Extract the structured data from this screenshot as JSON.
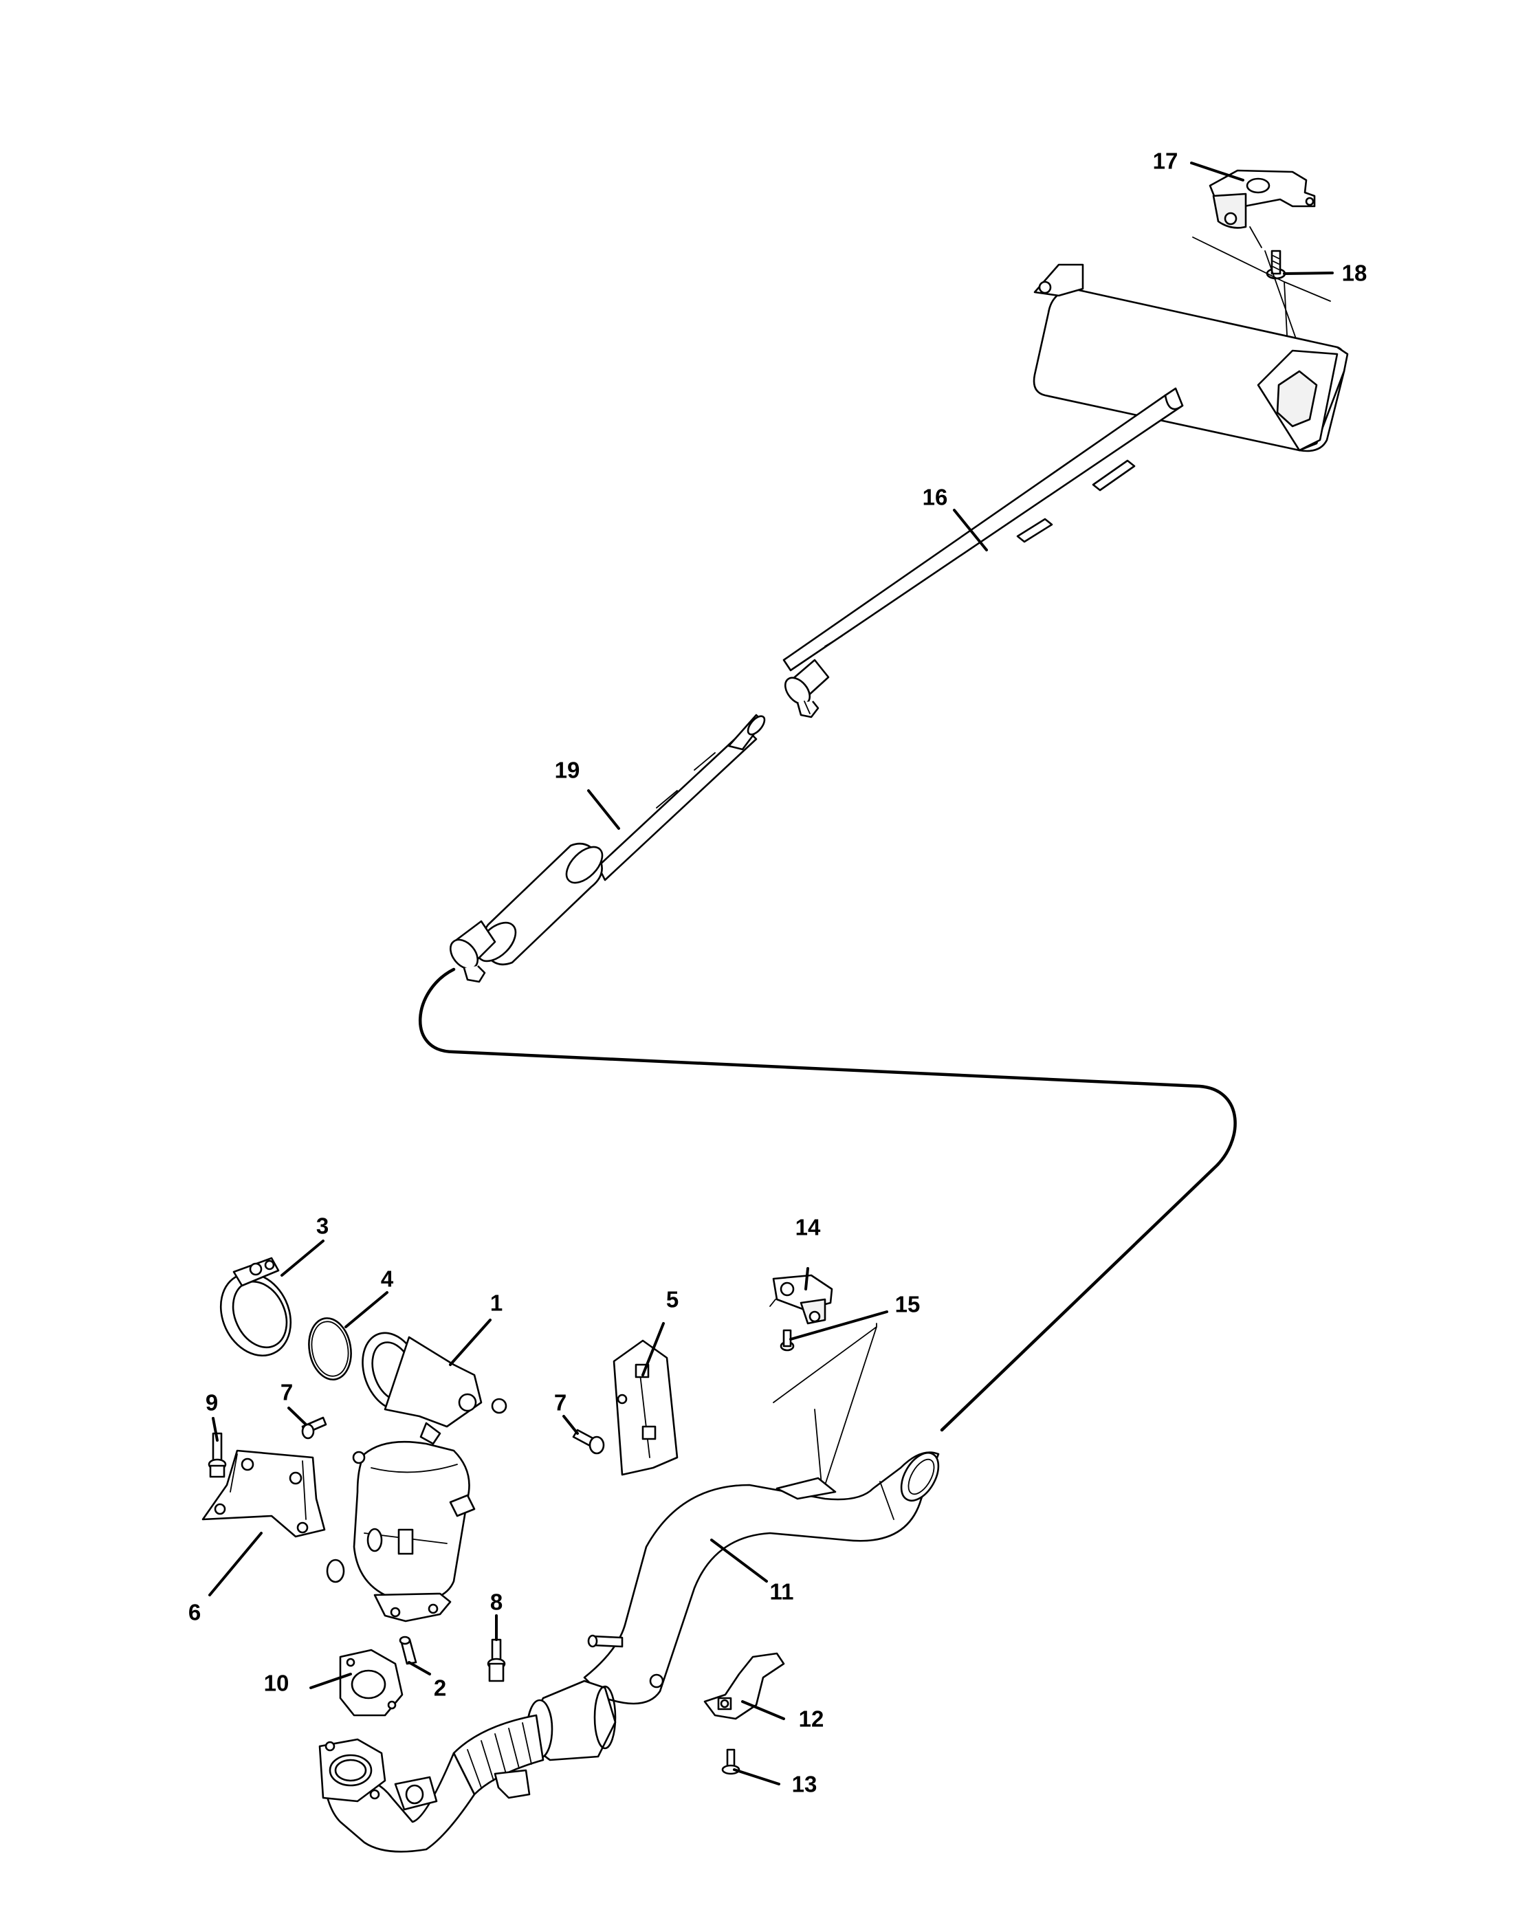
{
  "diagram": {
    "callouts": [
      {
        "id": "c1",
        "label": "1"
      },
      {
        "id": "c2",
        "label": "2"
      },
      {
        "id": "c3",
        "label": "3"
      },
      {
        "id": "c4",
        "label": "4"
      },
      {
        "id": "c5",
        "label": "5"
      },
      {
        "id": "c6",
        "label": "6"
      },
      {
        "id": "c7a",
        "label": "7"
      },
      {
        "id": "c7b",
        "label": "7"
      },
      {
        "id": "c8",
        "label": "8"
      },
      {
        "id": "c9",
        "label": "9"
      },
      {
        "id": "c10",
        "label": "10"
      },
      {
        "id": "c11",
        "label": "11"
      },
      {
        "id": "c12",
        "label": "12"
      },
      {
        "id": "c13",
        "label": "13"
      },
      {
        "id": "c14",
        "label": "14"
      },
      {
        "id": "c15",
        "label": "15"
      },
      {
        "id": "c16",
        "label": "16"
      },
      {
        "id": "c17",
        "label": "17"
      },
      {
        "id": "c18",
        "label": "18"
      },
      {
        "id": "c19",
        "label": "19"
      }
    ]
  }
}
